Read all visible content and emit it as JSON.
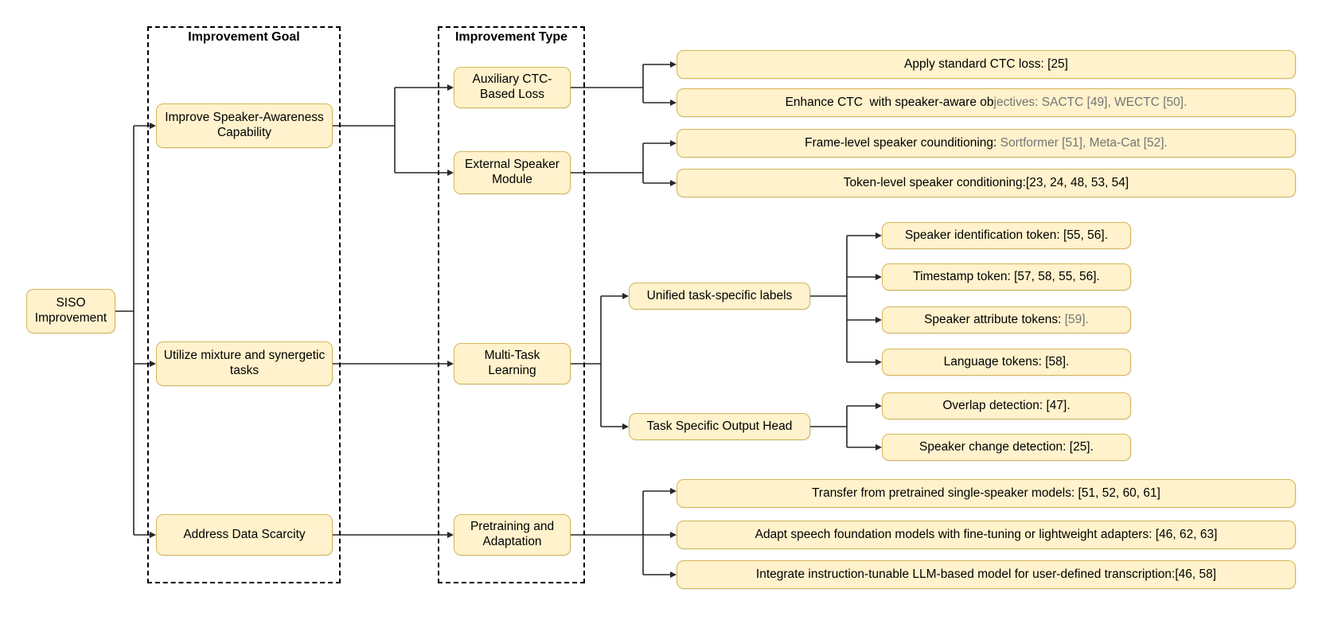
{
  "theme": {
    "node_fill": "#FFF2CC",
    "node_border": "#D6B656",
    "line_color": "#262626",
    "citation_gray": "#757575",
    "background": "#FFFFFF"
  },
  "root": {
    "label": "SISO Improvement"
  },
  "goal_column": {
    "title": "Improvement Goal",
    "nodes": [
      {
        "label": "Improve Speaker-Awareness Capability"
      },
      {
        "label": "Utilize mixture and synergetic tasks"
      },
      {
        "label": "Address Data Scarcity"
      }
    ]
  },
  "type_column": {
    "title": "Improvement Type",
    "nodes": [
      {
        "label": "Auxiliary CTC-Based Loss"
      },
      {
        "label": "External Speaker Module"
      },
      {
        "label": "Multi-Task Learning"
      },
      {
        "label": "Pretraining and Adaptation"
      }
    ]
  },
  "mid_nodes": [
    {
      "label": "Unified task-specific labels"
    },
    {
      "label": "Task Specific Output Head"
    }
  ],
  "leaves": {
    "apply_ctc": {
      "text": "Apply standard CTC loss: [25]",
      "cite": ""
    },
    "enhance_ctc": {
      "text": "Enhance CTC  with speaker-aware ob",
      "cite": "jectives: SACTC [49], WECTC [50]."
    },
    "frame_level": {
      "text": "Frame-level speaker counditioning: ",
      "cite": "Sortformer [51], Meta-Cat [52]."
    },
    "token_level": {
      "text": "Token-level speaker conditioning:[23, 24, 48, 53, 54]",
      "cite": ""
    },
    "speaker_id": {
      "text": "Speaker identification token: [55, 56].",
      "cite": ""
    },
    "timestamp": {
      "text": "Timestamp token: [57, 58, 55, 56].",
      "cite": ""
    },
    "speaker_attr": {
      "text": "Speaker attribute tokens: ",
      "cite": "[59]."
    },
    "language": {
      "text": "Language tokens: [58].",
      "cite": ""
    },
    "overlap": {
      "text": "Overlap detection: [47].",
      "cite": ""
    },
    "speaker_change": {
      "text": "Speaker change detection: [25].",
      "cite": ""
    },
    "transfer": {
      "text": "Transfer from pretrained single-speaker models: [51, 52, 60, 61]",
      "cite": ""
    },
    "adapt": {
      "text": "Adapt speech foundation models with fine-tuning or lightweight adapters: [46, 62, 63]",
      "cite": ""
    },
    "integrate": {
      "text": "Integrate instruction-tunable LLM-based model for user-defined transcription:[46, 58]",
      "cite": ""
    }
  }
}
